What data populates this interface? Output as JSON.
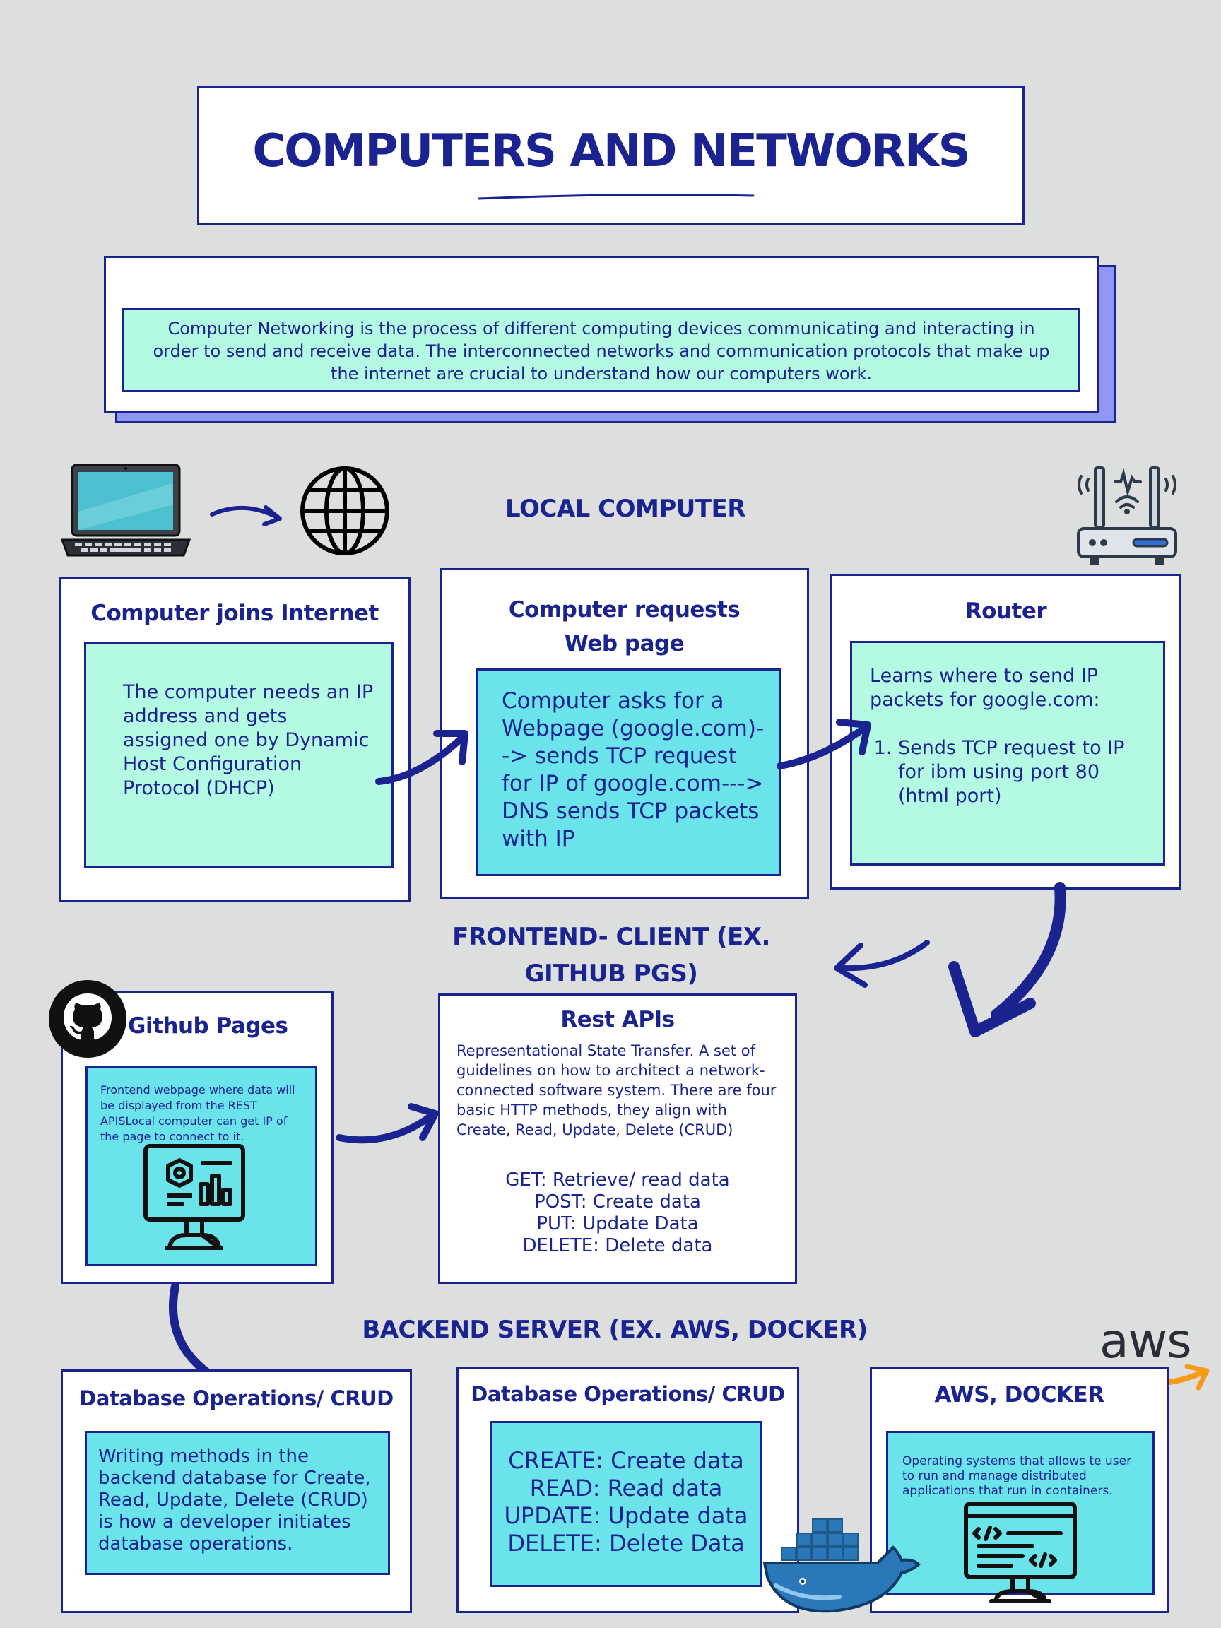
{
  "title": "COMPUTERS AND NETWORKS",
  "intro": "Computer Networking is the process of different computing devices communicating and interacting in order to send and receive data. The interconnected networks and communication protocols that make up the internet are crucial to understand how our computers work.",
  "sections": {
    "local": "LOCAL COMPUTER",
    "frontend": "FRONTEND- CLIENT (EX. GITHUB PGS)",
    "backend": "BACKEND SERVER (EX. AWS, DOCKER)"
  },
  "cards": {
    "joins": {
      "title": "Computer joins Internet",
      "text": "The computer needs an IP address and gets assigned one by Dynamic Host Configuration Protocol (DHCP)"
    },
    "requests": {
      "title": "Computer requests Web page",
      "text": "Computer asks for a Webpage (google.com)--> sends TCP request for IP of google.com---> DNS sends TCP packets with  IP"
    },
    "router": {
      "title": "Router",
      "text": "Learns where to send IP packets for google.com:",
      "list": [
        "Sends TCP request to IP for ibm using port 80 (html port)"
      ]
    },
    "github": {
      "title": "Github Pages",
      "text": "Frontend webpage where data will be displayed from the REST APISLocal computer can get IP of the page to connect to it."
    },
    "rest": {
      "title": "Rest APIs",
      "text": "Representational State Transfer. A set of guidelines on how to architect a network-connected software system. There are four basic HTTP methods, they align with Create, Read, Update, Delete (CRUD)",
      "methods": [
        "GET: Retrieve/ read data",
        "POST: Create data",
        "PUT: Update Data",
        "DELETE: Delete data"
      ]
    },
    "db1": {
      "title": "Database Operations/ CRUD",
      "text": "Writing methods in the backend database for Create, Read, Update, Delete (CRUD) is how a developer initiates database operations."
    },
    "db2": {
      "title": "Database Operations/ CRUD",
      "items": [
        "CREATE: Create data",
        "READ: Read data",
        "UPDATE: Update data",
        "DELETE: Delete Data"
      ]
    },
    "aws": {
      "title": "AWS, DOCKER",
      "text": "Operating systems that allows te user to run and manage distributed applications that run in containers."
    }
  },
  "logo": {
    "aws": "aws"
  },
  "colors": {
    "navy": "#1a2390",
    "mint": "#b4fae3",
    "cyan": "#6ae4ea",
    "background": "#dcdfde",
    "periwinkle": "#8f97f2",
    "aws_orange": "#f79a17"
  },
  "icons": [
    "laptop-icon",
    "globe-icon",
    "router-icon",
    "github-icon",
    "dashboard-monitor-icon",
    "docker-whale-icon",
    "code-monitor-icon",
    "aws-logo"
  ]
}
